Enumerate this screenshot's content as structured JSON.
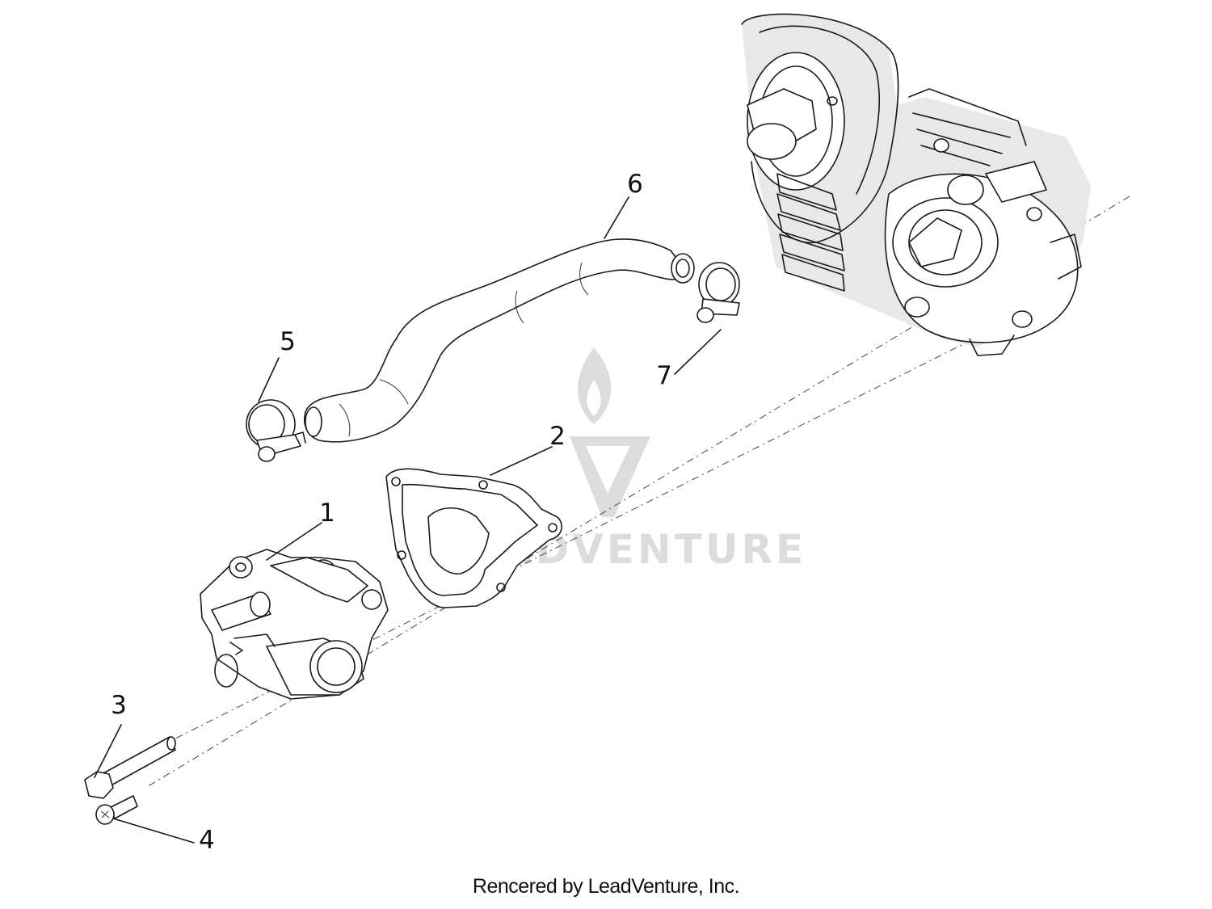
{
  "diagram": {
    "callouts": [
      {
        "id": "1",
        "label": "1"
      },
      {
        "id": "2",
        "label": "2"
      },
      {
        "id": "3",
        "label": "3"
      },
      {
        "id": "4",
        "label": "4"
      },
      {
        "id": "5",
        "label": "5"
      },
      {
        "id": "6",
        "label": "6"
      },
      {
        "id": "7",
        "label": "7"
      }
    ],
    "watermark": "LEADVENTURE",
    "footer": "Rencered by LeadVenture, Inc."
  }
}
